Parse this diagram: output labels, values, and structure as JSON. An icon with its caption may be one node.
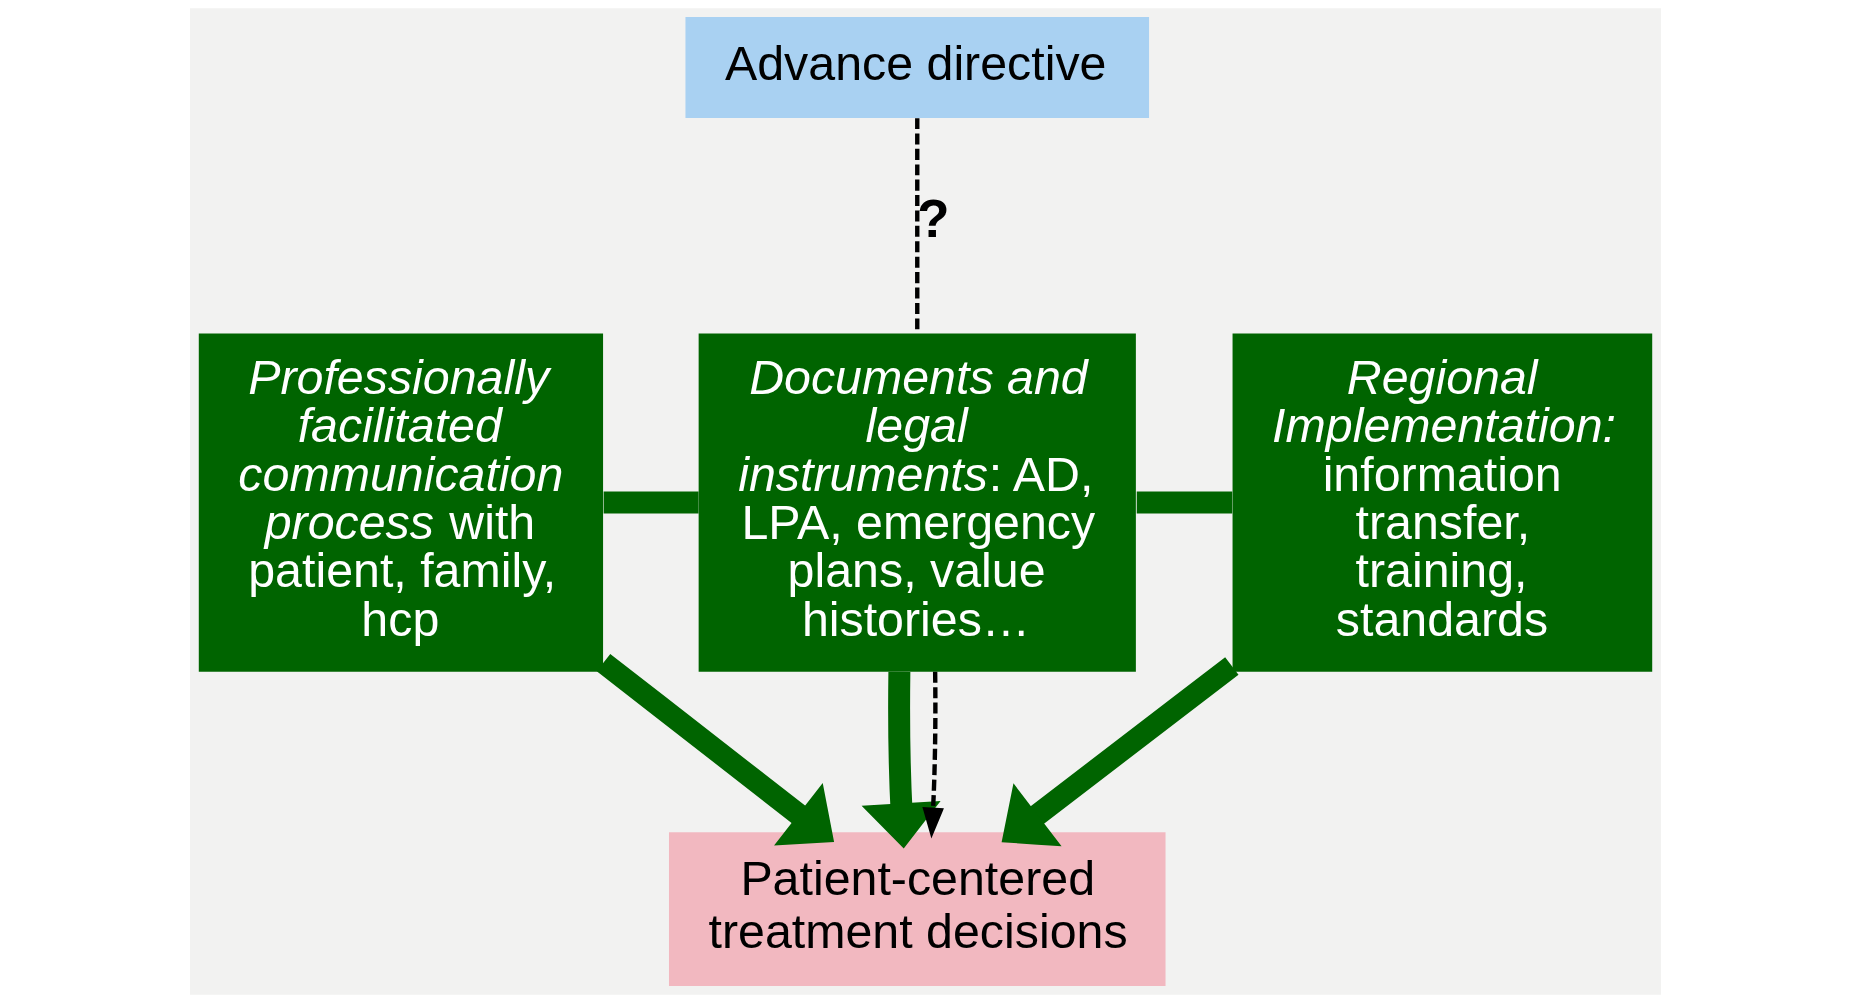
{
  "diagram": {
    "nodes": [
      {
        "text": [
          "Advance directive"
        ]
      },
      {
        "text": [
          "*Professionally facilitated communication process* with patient, family, hcp"
        ]
      },
      {
        "text": [
          "*Documents and legal instruments*: AD, LPA, emergency plans, value histories…"
        ]
      },
      {
        "text": [
          "*Regional Implementation:* information transfer, training, standards"
        ]
      },
      {
        "text": [
          "Patient-centered treatment decisions"
        ]
      }
    ],
    "edges": [
      {
        "from": 1,
        "to": 2,
        "arrow": "none"
      },
      {
        "from": 2,
        "to": 3,
        "arrow": "none"
      },
      {
        "from": 0,
        "to": 2,
        "arrow": "none",
        "style": "dashed",
        "label": "?",
        "color": "#000000"
      },
      {
        "from": 1,
        "to": 4,
        "arrow": "to"
      },
      {
        "from": 2,
        "to": 4,
        "arrow": "to"
      },
      {
        "from": 2,
        "to": 4,
        "arrow": "to",
        "style": "dashed",
        "color": "#000000"
      },
      {
        "from": 3,
        "to": 4,
        "arrow": "to"
      }
    ]
  }
}
